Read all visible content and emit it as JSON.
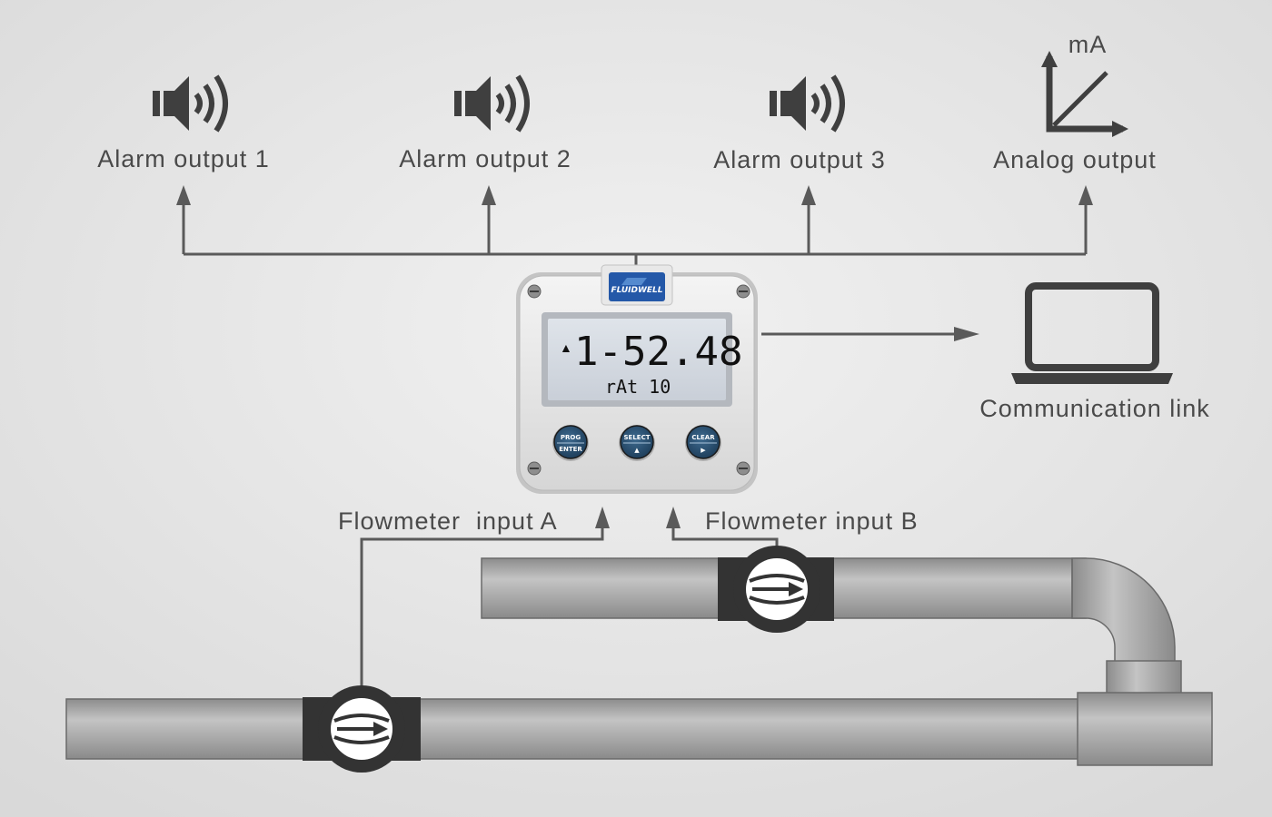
{
  "labels": {
    "alarm1": "Alarm output 1",
    "alarm2": "Alarm output 2",
    "alarm3": "Alarm output 3",
    "analog": "Analog output",
    "analog_unit": "mA",
    "comm": "Communication link",
    "input_a": "Flowmeter  input A",
    "input_b": "Flowmeter input B"
  },
  "device": {
    "brand": "FLUIDWELL",
    "display_indicator": "▲",
    "display_main": "1-52.48",
    "display_sub": "rAt 10",
    "buttons": [
      {
        "top": "PROG",
        "bottom": "ENTER"
      },
      {
        "top": "SELECT",
        "bottom": "▲"
      },
      {
        "top": "CLEAR",
        "bottom": "▶"
      }
    ]
  },
  "colors": {
    "background": "#e2e2e2",
    "line": "#5a5a5a",
    "pipe": "#a4a4a4",
    "flowmeter_body": "#333333",
    "button": "#2f5574",
    "logo": "#2458a8"
  },
  "icons": {
    "alarm": "speaker-icon",
    "analog": "graph-icon",
    "comm": "laptop-icon",
    "flowmeter": "flowmeter-icon"
  }
}
